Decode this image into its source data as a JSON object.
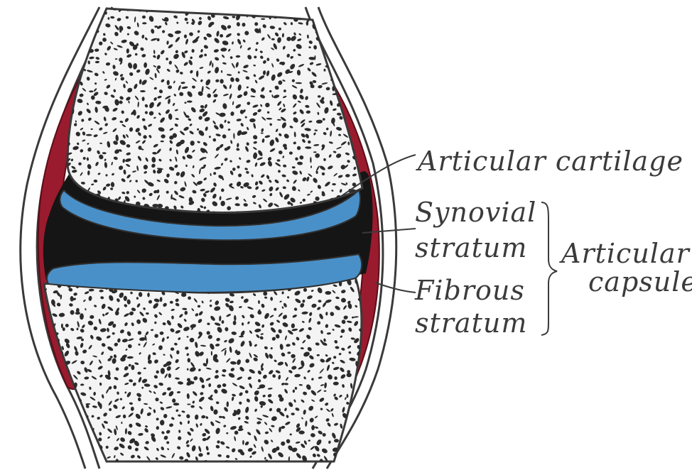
{
  "labels": {
    "articular_cartilage": "Articular cartilage",
    "synovial_line1": "Synovial",
    "synovial_line2": "stratum",
    "fibrous_line1": "Fibrous",
    "fibrous_line2": "stratum",
    "capsule_line1": "Articular",
    "capsule_line2": "capsule"
  },
  "colors": {
    "bone_fill": "#f4f4f4",
    "trabecula": "#2b2b2b",
    "cartilage": "#4a90c8",
    "synovial_cavity": "#151515",
    "synovial_membrane": "#9b1b2e",
    "outline": "#3a3a3a",
    "text": "#3b3b3b"
  }
}
